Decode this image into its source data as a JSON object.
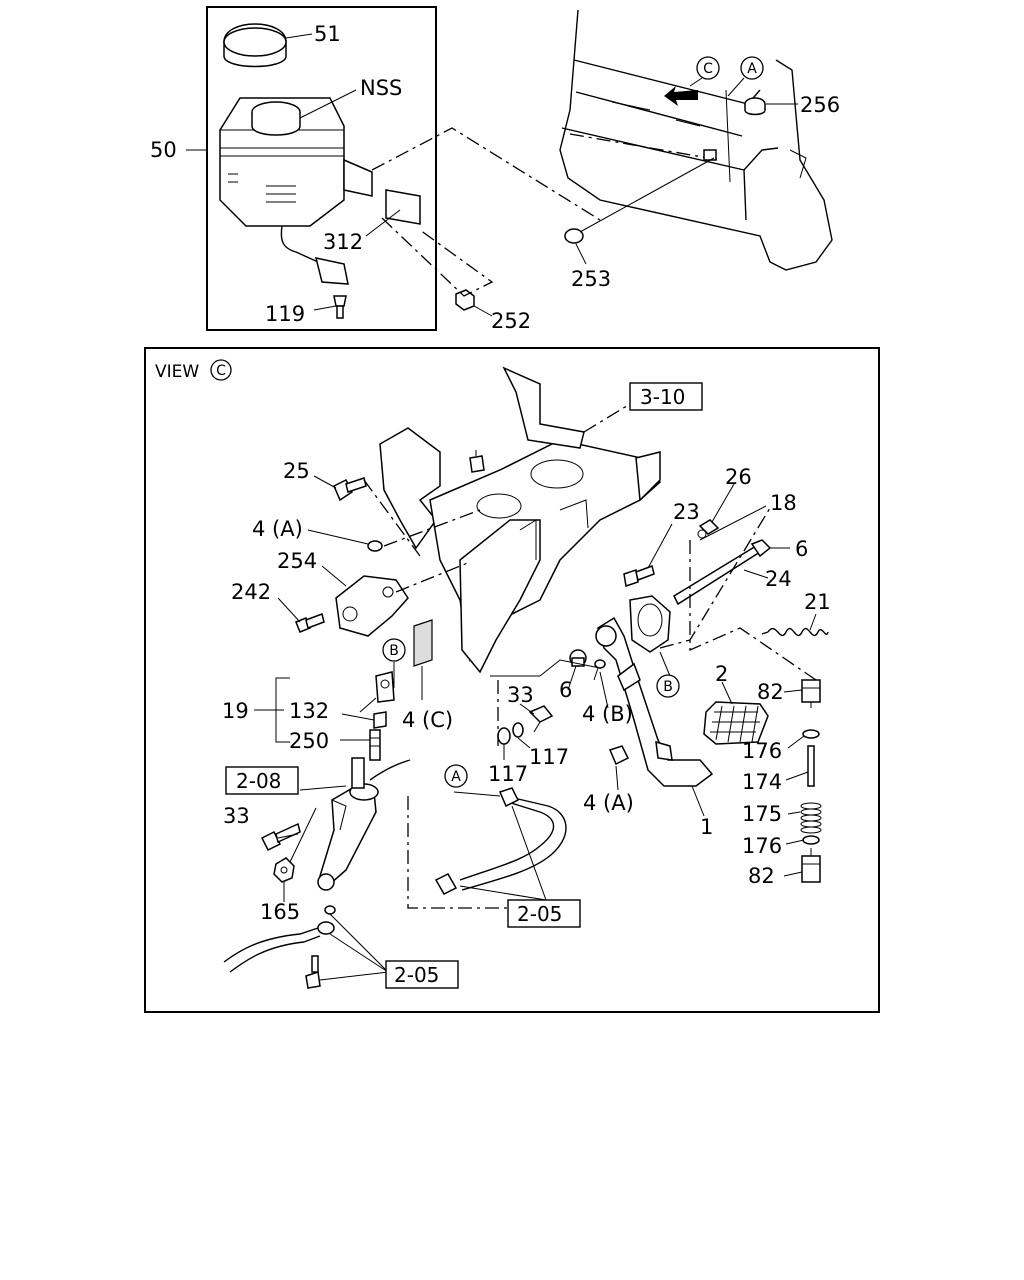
{
  "view_title": "VIEW",
  "circle_letters": {
    "a": "A",
    "b": "B",
    "c": "C"
  },
  "callouts": {
    "c51": "51",
    "nss": "NSS",
    "c50": "50",
    "c312": "312",
    "c119": "119",
    "c252": "252",
    "c253": "253",
    "c256": "256",
    "c25": "25",
    "c4a_top": "4 (A)",
    "c254": "254",
    "c242": "242",
    "c23": "23",
    "c26": "26",
    "c18": "18",
    "c6_right": "6",
    "c24": "24",
    "c21": "21",
    "c6_mid": "6",
    "c33_mid": "33",
    "c4b": "4 (B)",
    "c4c": "4 (C)",
    "c117_a": "117",
    "c117_b": "117",
    "c2": "2",
    "c82_top": "82",
    "c176_top": "176",
    "c174": "174",
    "c175": "175",
    "c176_bot": "176",
    "c82_bot": "82",
    "c4a_bot": "4 (A)",
    "c1": "1",
    "c19": "19",
    "c132": "132",
    "c250": "250",
    "c33_left": "33",
    "c165": "165"
  },
  "references": {
    "r310": "3-10",
    "r208": "2-08",
    "r205_mid": "2-05",
    "r205_bot": "2-05"
  }
}
